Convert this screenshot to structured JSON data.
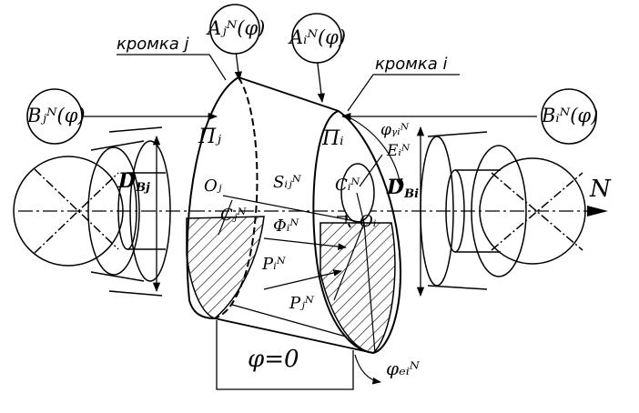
{
  "labels": {
    "edge_j": "кромка j",
    "edge_i": "кромка i",
    "A_j": "Aⱼᴺ(φ)",
    "A_i": "Aᵢᴺ(φ)",
    "B_j": "Bⱼᴺ(φ)",
    "B_i": "Bᵢᴺ(φ)",
    "Pi_j": "Пⱼ",
    "Pi_i": "Пᵢ",
    "D_Bj": "D",
    "D_Bj_sub": "Bj",
    "D_Bi": "D",
    "D_Bi_sub": "Bi",
    "O_j": "Oⱼ",
    "O_i": "Oᵢ",
    "C_j": "Cⱼᴺ",
    "C_i": "Cᵢᴺ",
    "S_ij": "Sᵢⱼᴺ",
    "Phi_i": "Φᵢᴺ",
    "P_i_upper": "Pᵢᴺ",
    "P_j": "Pⱼᴺ",
    "phi_zero": "φ=0",
    "phi_yi": "φᵧᵢᴺ",
    "E_i": "Eᵢᴺ",
    "phi_ei": "φₑᵢᴺ",
    "N": "N"
  }
}
